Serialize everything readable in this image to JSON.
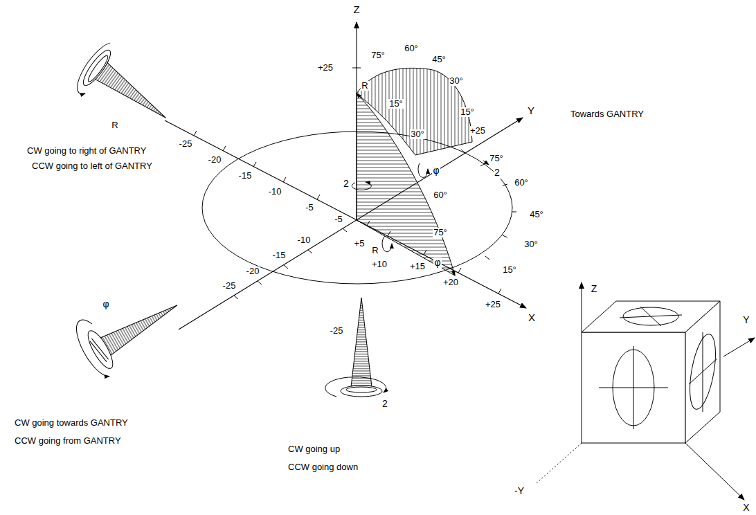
{
  "diagram": {
    "labels": [
      "Z",
      "+25",
      "R",
      "75°",
      "60°",
      "45°",
      "30°",
      "15°",
      "15°",
      "Towards GANTRY",
      "Y",
      "30°",
      "+25",
      "2",
      "φ",
      "R",
      "CW going to right of GANTRY",
      "CCW going to left of GANTRY",
      "-25",
      "-20",
      "-15",
      "-10",
      "2",
      "-5",
      "75°",
      "60°",
      "60°",
      "45°",
      "-5",
      "-10",
      "+5",
      "75°",
      "R",
      "+10",
      "-15",
      "30°",
      "+15",
      "φ",
      "-20",
      "15°",
      "+20",
      "-25",
      "+25",
      "X",
      "φ",
      "-25",
      "CW going towards GANTRY",
      "CCW going from GANTRY",
      "2",
      "CW going up",
      "CCW going down",
      "Z",
      "Y",
      "-Y",
      "X"
    ]
  }
}
